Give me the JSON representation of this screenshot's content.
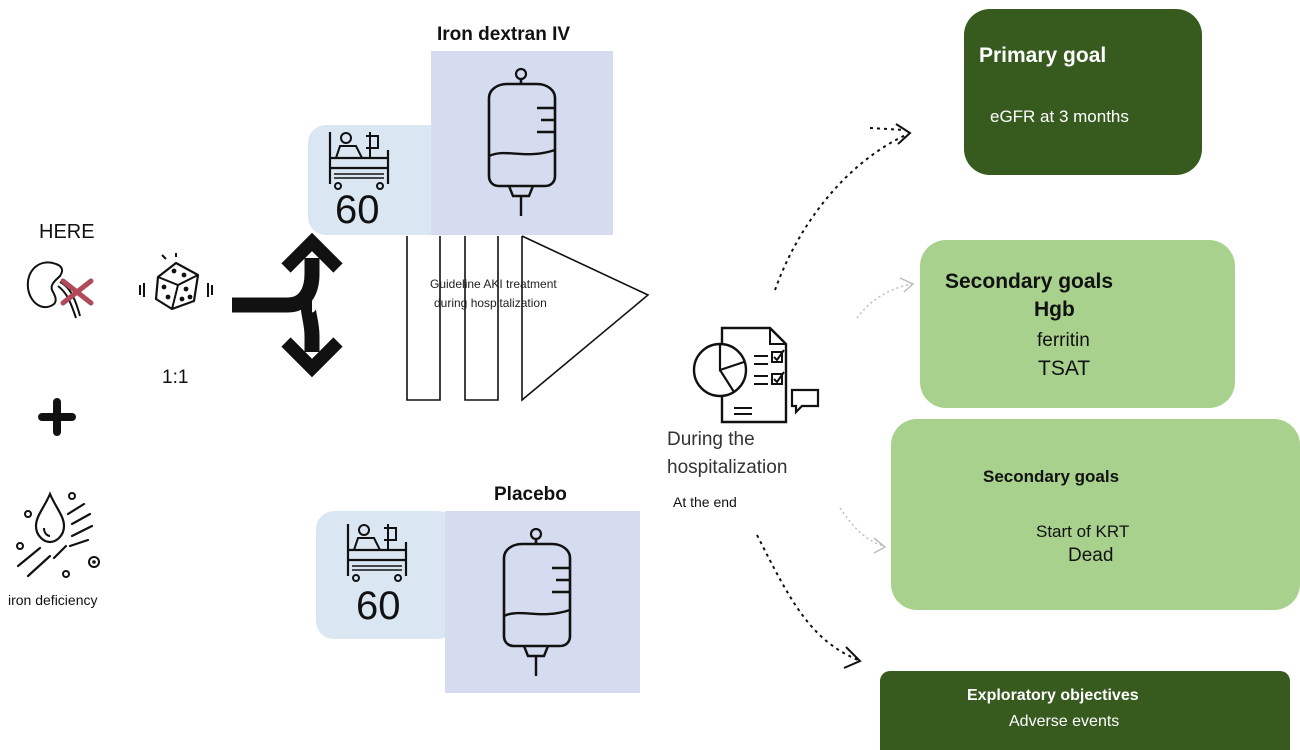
{
  "left": {
    "here_label": "HERE",
    "ratio_label": "1:1",
    "iron_deficiency_label": "iron deficiency"
  },
  "arms": {
    "iron": {
      "title": "Iron dextran IV",
      "count": "60"
    },
    "placebo": {
      "title": "Placebo",
      "count": "60"
    }
  },
  "treatment": {
    "line1": "Guideline AKI treatment",
    "line2": "during hospitalization"
  },
  "middle": {
    "during_line1": "During the",
    "during_line2": "hospitalization",
    "at_end": "At the end"
  },
  "outcomes": {
    "primary": {
      "title": "Primary goal",
      "item": "eGFR at 3 months"
    },
    "secondary1": {
      "title": "Secondary goals",
      "items": [
        "Hgb",
        "ferritin",
        "TSAT"
      ]
    },
    "secondary2": {
      "title": "Secondary goals",
      "items": [
        "Start of KRT",
        "Dead"
      ]
    },
    "exploratory": {
      "title": "Exploratory objectives",
      "item": "Adverse events"
    }
  },
  "colors": {
    "dark_green": "#375a1e",
    "light_green": "#a9d18e",
    "bed_blue": "#dbe6f3",
    "bag_blue": "#d6dcef",
    "kidney_cross": "#b04a5a"
  },
  "icons": [
    "kidney-icon",
    "cross-icon",
    "dice-icon",
    "plus-icon",
    "blood-drop-hand-icon",
    "split-arrow-icon",
    "hospital-bed-icon",
    "iv-bag-icon",
    "report-icon"
  ]
}
